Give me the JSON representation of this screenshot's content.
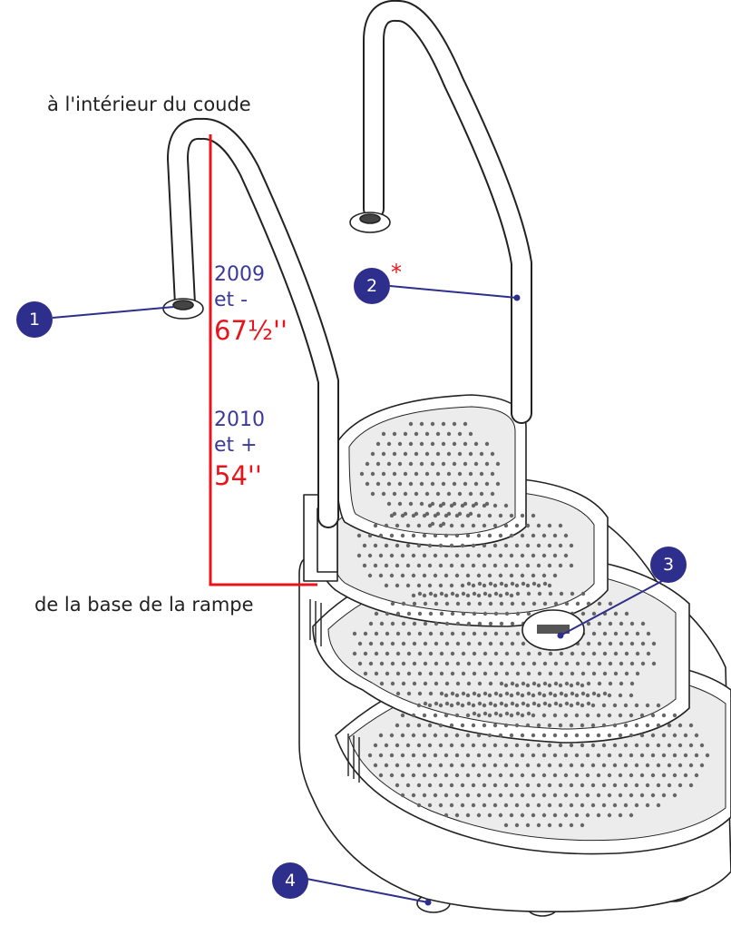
{
  "annotations": {
    "top": "à l'intérieur du coude",
    "bottom": "de la base de la rampe"
  },
  "measurements": {
    "old": {
      "year": "2009",
      "suffix": "et -",
      "value": "67½''"
    },
    "new": {
      "year": "2010",
      "suffix": "et +",
      "value": "54''"
    }
  },
  "callouts": [
    {
      "id": "1",
      "part": "flange"
    },
    {
      "id": "2",
      "part": "handrail",
      "asterisk": "*"
    },
    {
      "id": "3",
      "part": "emblem"
    },
    {
      "id": "4",
      "part": "foot"
    }
  ],
  "colors": {
    "badge": "#2e2e8c",
    "measure": "#e8141c",
    "year_text": "#3a3a9a",
    "outline": "#222222"
  }
}
